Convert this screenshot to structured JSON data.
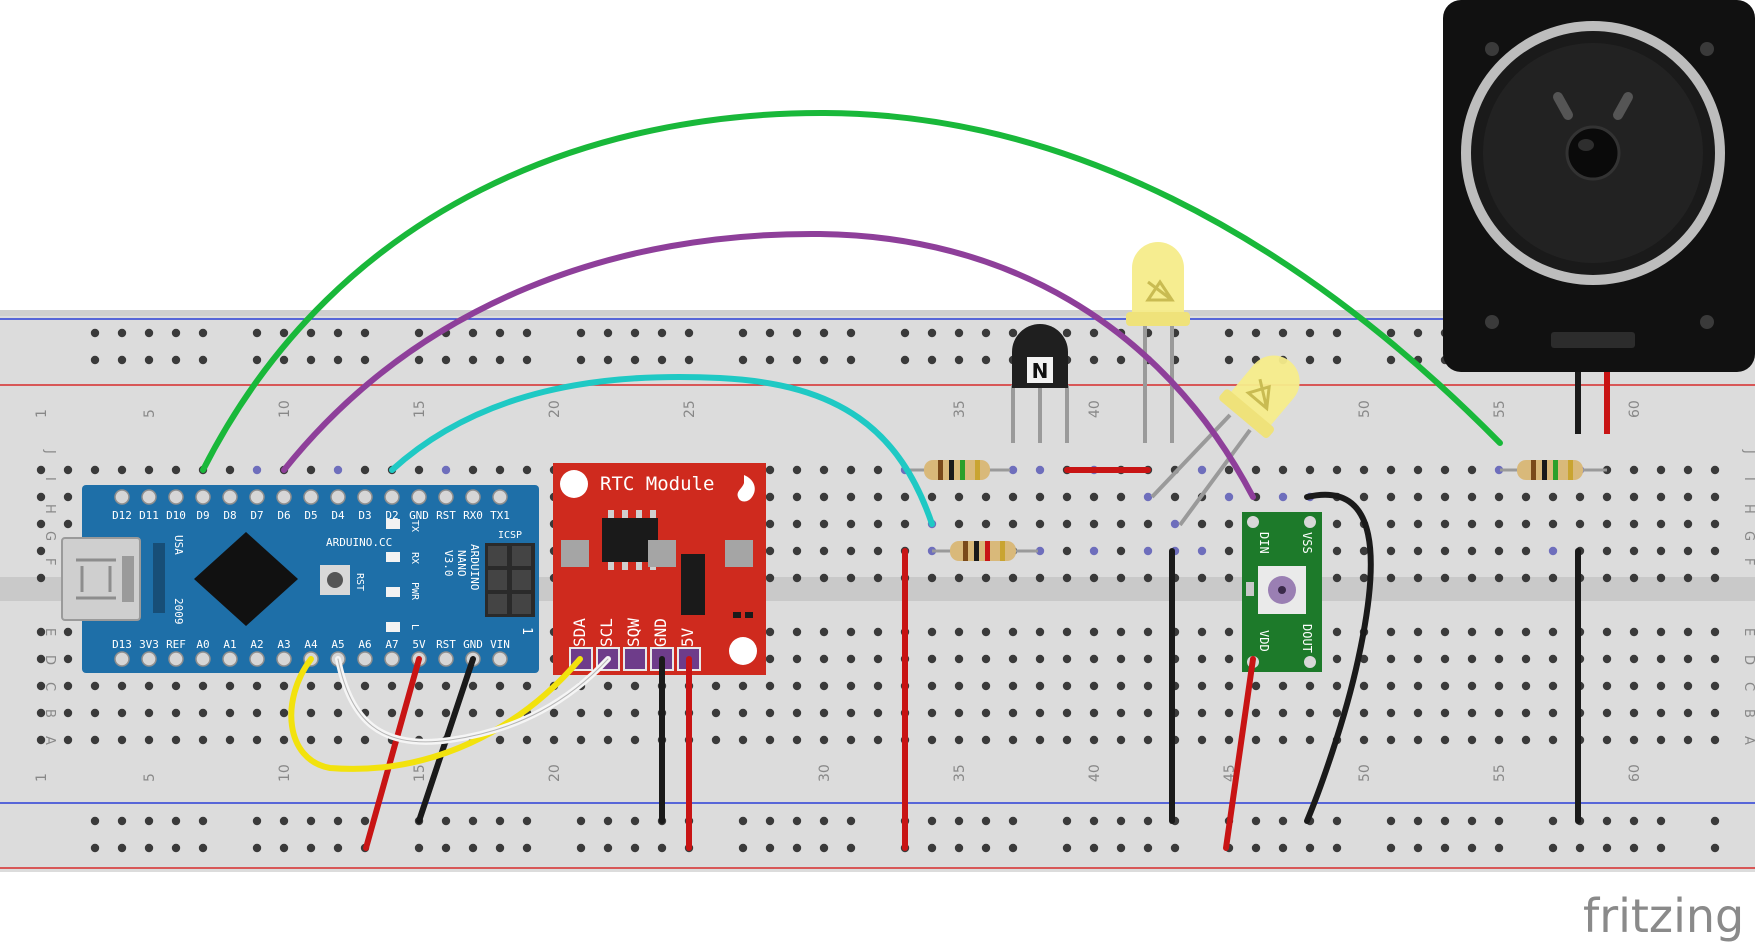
{
  "colors": {
    "breadboard": "#dcdcdc",
    "rail_blue": "#2b3fd6",
    "rail_red": "#d62b2b",
    "hole": "#3a3a3a",
    "hole_used": "#5c5cb0",
    "nano_blue": "#1e6fa8",
    "rtc_red": "#cf2a1e",
    "ws_green": "#1d7a2a",
    "wire_green": "#19b83a",
    "wire_purple": "#8e3f9a",
    "wire_cyan": "#1fc9c4",
    "wire_red": "#c81414",
    "wire_black": "#1a1a1a",
    "wire_yellow": "#f2e20d",
    "wire_white": "#f5f5f5",
    "led_yellow": "#f6ec8a"
  },
  "breadboard": {
    "column_numbers_top": [
      "1",
      "5",
      "10",
      "15",
      "20",
      "25",
      "35",
      "40",
      "50",
      "55",
      "60"
    ],
    "column_numbers_bottom": [
      "1",
      "5",
      "10",
      "15",
      "20",
      "30",
      "35",
      "40",
      "45",
      "50",
      "55",
      "60"
    ],
    "row_letters_top": [
      "J",
      "I",
      "H",
      "G",
      "F"
    ],
    "row_letters_bottom": [
      "E",
      "D",
      "C",
      "B",
      "A"
    ]
  },
  "arduino": {
    "top_pins": [
      "D12",
      "D11",
      "D10",
      "D9",
      "D8",
      "D7",
      "D6",
      "D5",
      "D4",
      "D3",
      "D2",
      "GND",
      "RST",
      "RX0",
      "TX1"
    ],
    "bottom_pins": [
      "D13",
      "3V3",
      "REF",
      "A0",
      "A1",
      "A2",
      "A3",
      "A4",
      "A5",
      "A6",
      "A7",
      "5V",
      "RST",
      "GND",
      "VIN"
    ],
    "brand": "ARDUINO.CC",
    "model_lines": [
      "ARDUINO",
      "NANO",
      "V3.0"
    ],
    "usa": "USA",
    "year": "2009",
    "rst": "RST",
    "icsp": "ICSP",
    "one": "1",
    "leds": [
      "TX",
      "RX",
      "PWR",
      "L"
    ]
  },
  "rtc": {
    "title": "RTC Module",
    "pins": [
      "SDA",
      "SCL",
      "SQW",
      "GND",
      "5V"
    ]
  },
  "transistor": {
    "label": "N"
  },
  "ws2812": {
    "pins": [
      "DIN",
      "VSS",
      "VDD",
      "DOUT"
    ]
  },
  "logo": {
    "text": "fritzing"
  }
}
